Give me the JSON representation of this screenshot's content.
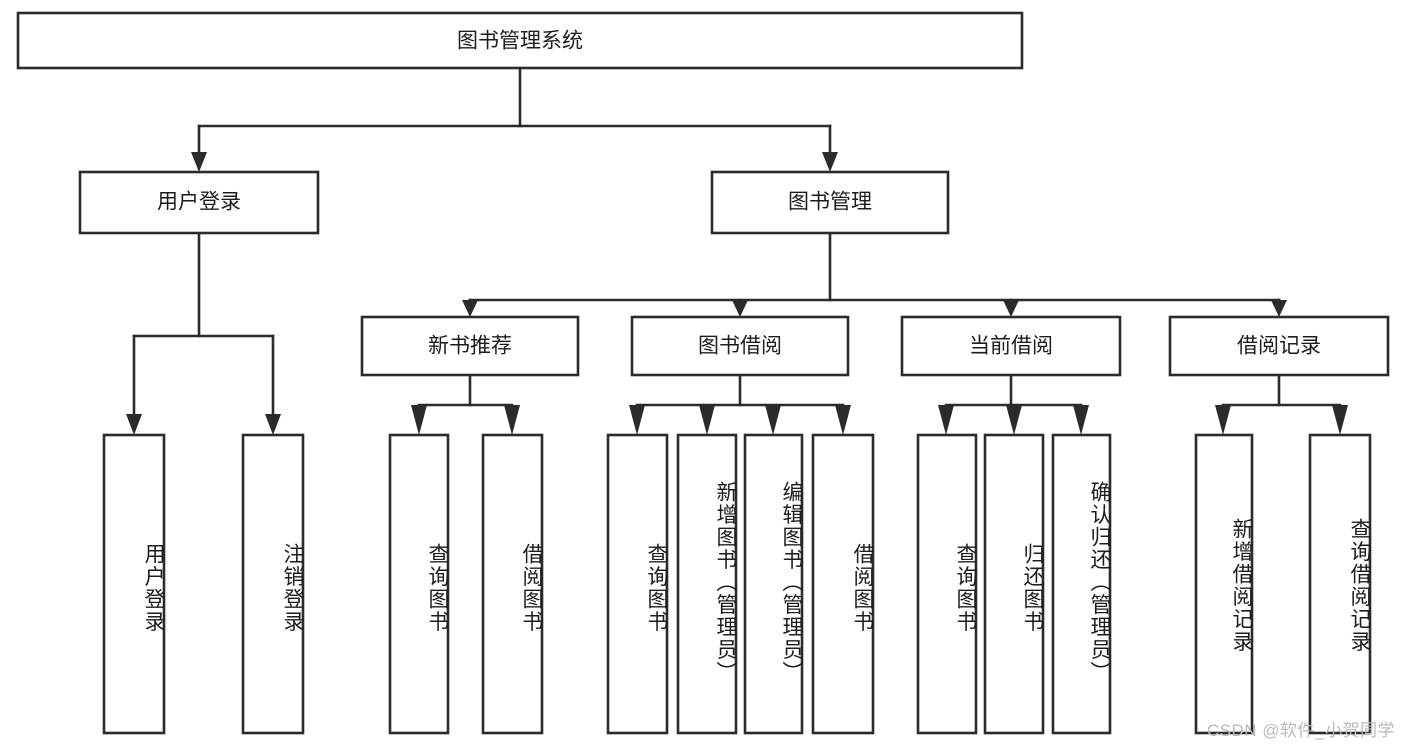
{
  "diagram": {
    "type": "tree-hierarchy",
    "title_node": "图书管理系统",
    "watermark": "CSDN @软件_小贺同学",
    "colors": {
      "box_stroke": "#2b2b2b",
      "box_fill": "#ffffff",
      "text": "#1d1d1d",
      "background": "#ffffff",
      "watermark": "#b9b9b9"
    },
    "root": {
      "label": "图书管理系统"
    },
    "level2": [
      {
        "label": "用户登录"
      },
      {
        "label": "图书管理"
      }
    ],
    "level3": [
      {
        "label": "新书推荐"
      },
      {
        "label": "图书借阅"
      },
      {
        "label": "当前借阅"
      },
      {
        "label": "借阅记录"
      }
    ],
    "leaves": {
      "user_login": [
        {
          "label": "用户登录"
        },
        {
          "label": "注销登录"
        }
      ],
      "new_book_recommend": [
        {
          "label": "查询图书"
        },
        {
          "label": "借阅图书"
        }
      ],
      "book_borrow": [
        {
          "label": "查询图书"
        },
        {
          "label": "新增图书（管理员）"
        },
        {
          "label": "编辑图书（管理员）"
        },
        {
          "label": "借阅图书"
        }
      ],
      "current_borrow": [
        {
          "label": "查询图书"
        },
        {
          "label": "归还图书"
        },
        {
          "label": "确认归还（管理员）"
        }
      ],
      "borrow_record": [
        {
          "label": "新增借阅记录"
        },
        {
          "label": "查询借阅记录"
        }
      ]
    }
  }
}
